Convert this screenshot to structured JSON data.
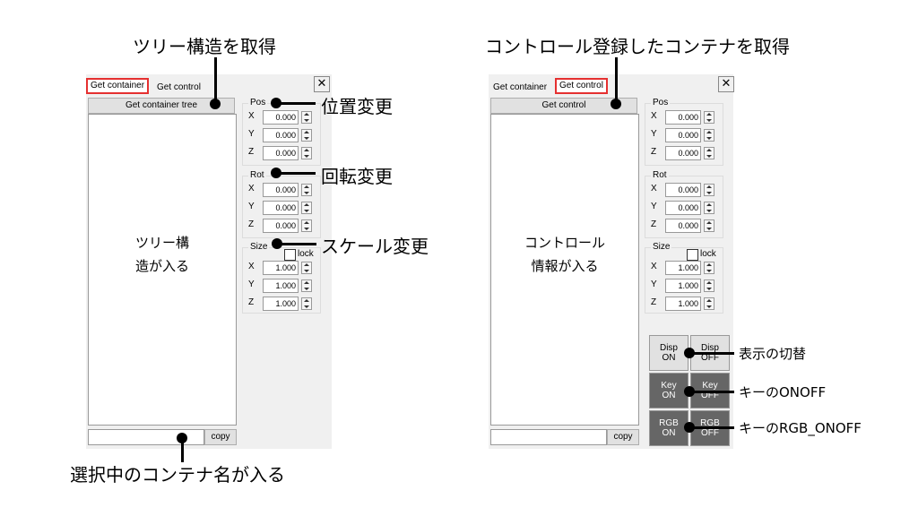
{
  "left": {
    "tabs": [
      "Get container",
      "Get control"
    ],
    "close_glyph": "✕",
    "top_button": "Get container tree",
    "list_text": [
      "ツリー構",
      "造が入る"
    ],
    "groups": {
      "pos": {
        "title": "Pos",
        "rows": [
          {
            "axis": "X",
            "value": "0.000"
          },
          {
            "axis": "Y",
            "value": "0.000"
          },
          {
            "axis": "Z",
            "value": "0.000"
          }
        ]
      },
      "rot": {
        "title": "Rot",
        "rows": [
          {
            "axis": "X",
            "value": "0.000"
          },
          {
            "axis": "Y",
            "value": "0.000"
          },
          {
            "axis": "Z",
            "value": "0.000"
          }
        ]
      },
      "size": {
        "title": "Size",
        "lock_label": "lock",
        "rows": [
          {
            "axis": "X",
            "value": "1.000"
          },
          {
            "axis": "Y",
            "value": "1.000"
          },
          {
            "axis": "Z",
            "value": "1.000"
          }
        ]
      }
    },
    "copy_label": "copy"
  },
  "right": {
    "tabs": [
      "Get container",
      "Get control"
    ],
    "close_glyph": "✕",
    "top_button": "Get control",
    "list_text": [
      "コントロール",
      "情報が入る"
    ],
    "groups": {
      "pos": {
        "title": "Pos",
        "rows": [
          {
            "axis": "X",
            "value": "0.000"
          },
          {
            "axis": "Y",
            "value": "0.000"
          },
          {
            "axis": "Z",
            "value": "0.000"
          }
        ]
      },
      "rot": {
        "title": "Rot",
        "rows": [
          {
            "axis": "X",
            "value": "0.000"
          },
          {
            "axis": "Y",
            "value": "0.000"
          },
          {
            "axis": "Z",
            "value": "0.000"
          }
        ]
      },
      "size": {
        "title": "Size",
        "lock_label": "lock",
        "rows": [
          {
            "axis": "X",
            "value": "1.000"
          },
          {
            "axis": "Y",
            "value": "1.000"
          },
          {
            "axis": "Z",
            "value": "1.000"
          }
        ]
      }
    },
    "buttons": [
      {
        "line1": "Disp",
        "line2": "ON",
        "style": "light"
      },
      {
        "line1": "Disp",
        "line2": "OFF",
        "style": "light"
      },
      {
        "line1": "Key",
        "line2": "ON",
        "style": "dark"
      },
      {
        "line1": "Key",
        "line2": "OFF",
        "style": "dark"
      },
      {
        "line1": "RGB",
        "line2": "ON",
        "style": "dark"
      },
      {
        "line1": "RGB",
        "line2": "OFF",
        "style": "dark"
      }
    ],
    "copy_label": "copy"
  },
  "annotations": {
    "tree_get": "ツリー構造を取得",
    "pos_change": "位置変更",
    "rot_change": "回転変更",
    "scale_change": "スケール変更",
    "selected_name": "選択中のコンテナ名が入る",
    "control_get": "コントロール登録したコンテナを取得",
    "disp_toggle": "表示の切替",
    "key_onoff": "キーのONOFF",
    "rgb_onoff": "キーのRGB_ONOFF"
  },
  "colors": {
    "highlight": "#e53030",
    "panel": "#f0f0f0",
    "dark_button": "#666666"
  }
}
